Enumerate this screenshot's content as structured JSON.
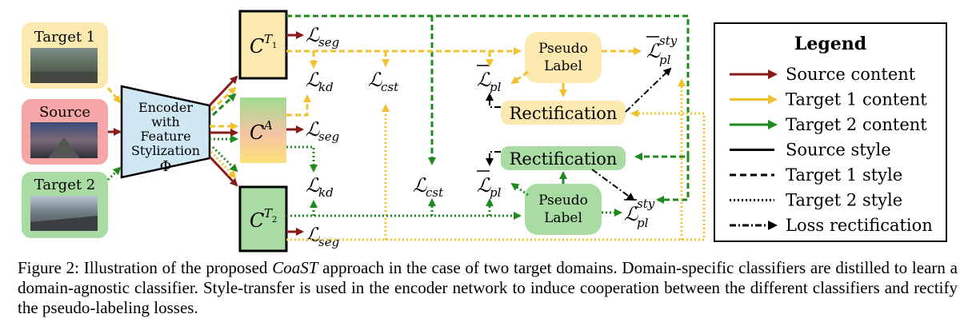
{
  "inputs": {
    "target1": "Target 1",
    "source": "Source",
    "target2": "Target 2"
  },
  "encoder": {
    "line1": "Encoder",
    "line2": "with",
    "line3": "Feature",
    "line4": "Stylization",
    "symbol": "Φ"
  },
  "classifiers": {
    "t1": {
      "base": "C",
      "sup": "T",
      "sub": "1"
    },
    "a": {
      "base": "C",
      "sup": "A"
    },
    "t2": {
      "base": "C",
      "sup": "T",
      "sub": "2"
    }
  },
  "losses": {
    "seg_base": "ℒ",
    "seg_sub": "seg",
    "kd_sub": "kd",
    "cst_sub": "cst",
    "pl_sub": "pl",
    "sty_sup": "sty"
  },
  "blocks": {
    "pseudo1": "Pseudo",
    "pseudo2": "Label",
    "rect_top": "Rectification",
    "rect_bottom": "Rectification"
  },
  "legend": {
    "title": "Legend",
    "items": [
      {
        "label": "Source content",
        "kind": "arrow",
        "color": "#8b1a1a",
        "dash": "solid"
      },
      {
        "label": "Target 1 content",
        "kind": "arrow",
        "color": "#f2c12e",
        "dash": "solid"
      },
      {
        "label": "Target 2 content",
        "kind": "arrow",
        "color": "#1f8a1f",
        "dash": "solid"
      },
      {
        "label": "Source style",
        "kind": "line",
        "color": "#000000",
        "dash": "solid"
      },
      {
        "label": "Target 1 style",
        "kind": "line",
        "color": "#000000",
        "dash": "dashed"
      },
      {
        "label": "Target 2 style",
        "kind": "line",
        "color": "#000000",
        "dash": "dotted"
      },
      {
        "label": "Loss rectification",
        "kind": "arrow",
        "color": "#000000",
        "dash": "dashdot"
      }
    ]
  },
  "colors": {
    "source_content": "#8b1a1a",
    "target1_content": "#f2c12e",
    "target2_content": "#1f8a1f",
    "target1_box": "#fbe9b0",
    "source_box": "#f6a6a6",
    "target2_box": "#a9dca3",
    "encoder_fill": "#cfe8f3"
  },
  "caption": {
    "lead": "Figure 2: Illustration of the proposed ",
    "name": "CoaST",
    "rest": " approach in the case of two target domains. Domain-specific classifiers are distilled to learn a domain-agnostic classifier. Style-transfer is used in the encoder network to induce cooperation between the different classifiers and rectify the pseudo-labeling losses."
  }
}
